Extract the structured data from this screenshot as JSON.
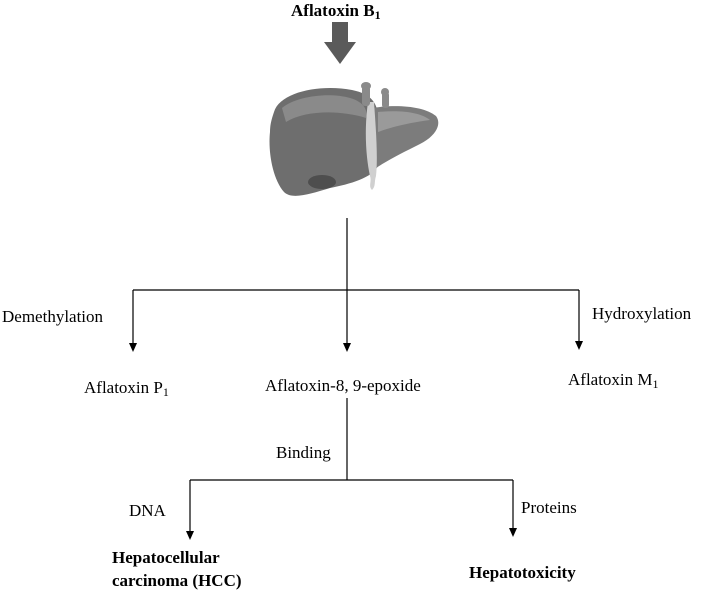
{
  "title": {
    "text": "Aflatoxin B",
    "sub": "1"
  },
  "colors": {
    "arrow_fill": "#5a5a5a",
    "line": "#000000",
    "liver_dark": "#6e6e6e",
    "liver_light": "#a9a9a9",
    "ligament": "#d0d0d0"
  },
  "icons": {
    "liver": "liver-illustration",
    "down_arrow": "block-down-arrow"
  },
  "processes": {
    "demethylation": "Demethylation",
    "hydroxylation": "Hydroxylation",
    "binding": "Binding",
    "dna": "DNA",
    "proteins": "Proteins"
  },
  "products": {
    "p1": {
      "text": "Aflatoxin P",
      "sub": "1"
    },
    "epoxide": "Aflatoxin-8, 9-epoxide",
    "m1": {
      "text": "Aflatoxin M",
      "sub": "1"
    }
  },
  "outcomes": {
    "hcc_line1": "Hepatocellular",
    "hcc_line2": "carcinoma (HCC)",
    "hepatotoxicity": "Hepatotoxicity"
  }
}
